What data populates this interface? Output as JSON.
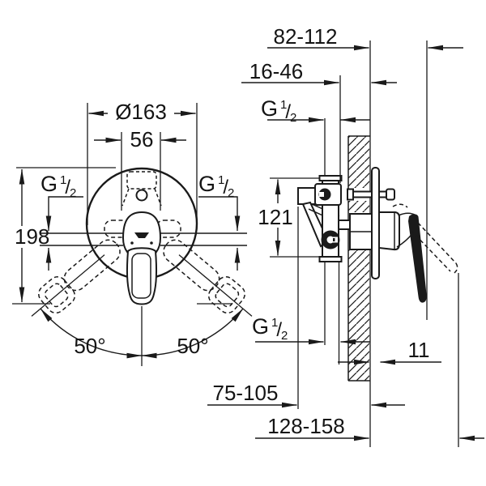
{
  "front_view": {
    "diameter": "Ø163",
    "lever_width": "56",
    "total_height": "198",
    "swing_angle_left": "50°",
    "swing_angle_right": "50°"
  },
  "side_view": {
    "lever_projection": "82-112",
    "installation_depth": "16-46",
    "port_spacing": "121",
    "rosette_offset": "11",
    "body_depth": "75-105",
    "max_projection": "128-158"
  },
  "thread_label": {
    "prefix": "G",
    "numerator": "1",
    "slash": "/",
    "denominator": "2"
  },
  "colors": {
    "line": "#1a1a1a",
    "background": "#ffffff"
  }
}
